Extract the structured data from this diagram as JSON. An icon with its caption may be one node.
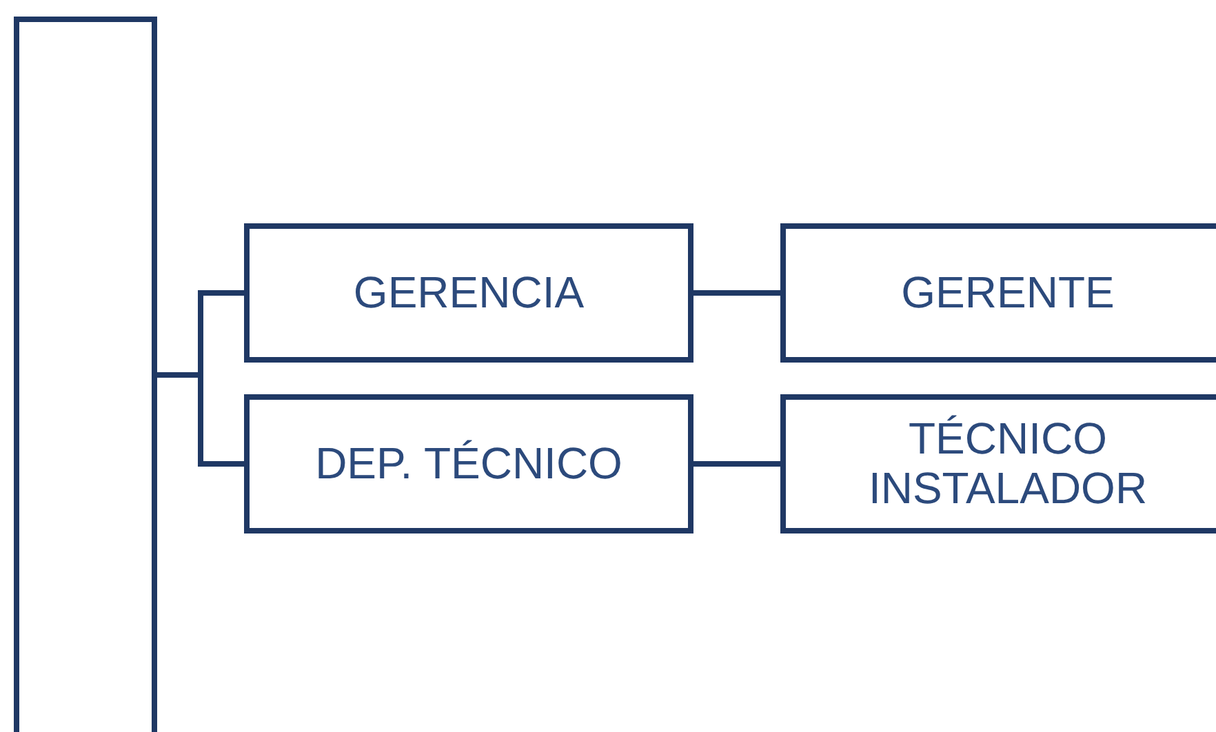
{
  "diagram": {
    "nodes": [
      {
        "text": [],
        "shape": "box"
      },
      {
        "text": [
          "GERENCIA"
        ]
      },
      {
        "text": [
          "DEP. TÉCNICO"
        ]
      },
      {
        "text": [
          "GERENTE"
        ]
      },
      {
        "text": [
          "TÉCNICO INSTALADOR"
        ]
      }
    ],
    "edges": [
      {
        "from": 0,
        "to": 1,
        "arrow": "none"
      },
      {
        "from": 0,
        "to": 2,
        "arrow": "none"
      },
      {
        "from": 1,
        "to": 3,
        "arrow": "none"
      },
      {
        "from": 2,
        "to": 4,
        "arrow": "none"
      }
    ]
  }
}
